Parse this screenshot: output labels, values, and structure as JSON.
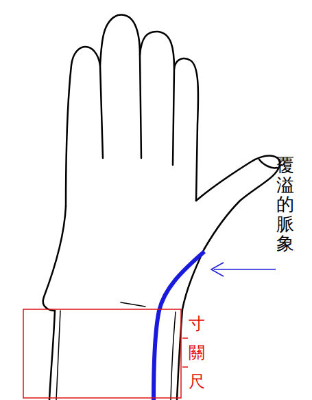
{
  "diagram": {
    "labels": [
      "覆溢的脈象",
      "寸",
      "關",
      "尺"
    ]
  }
}
